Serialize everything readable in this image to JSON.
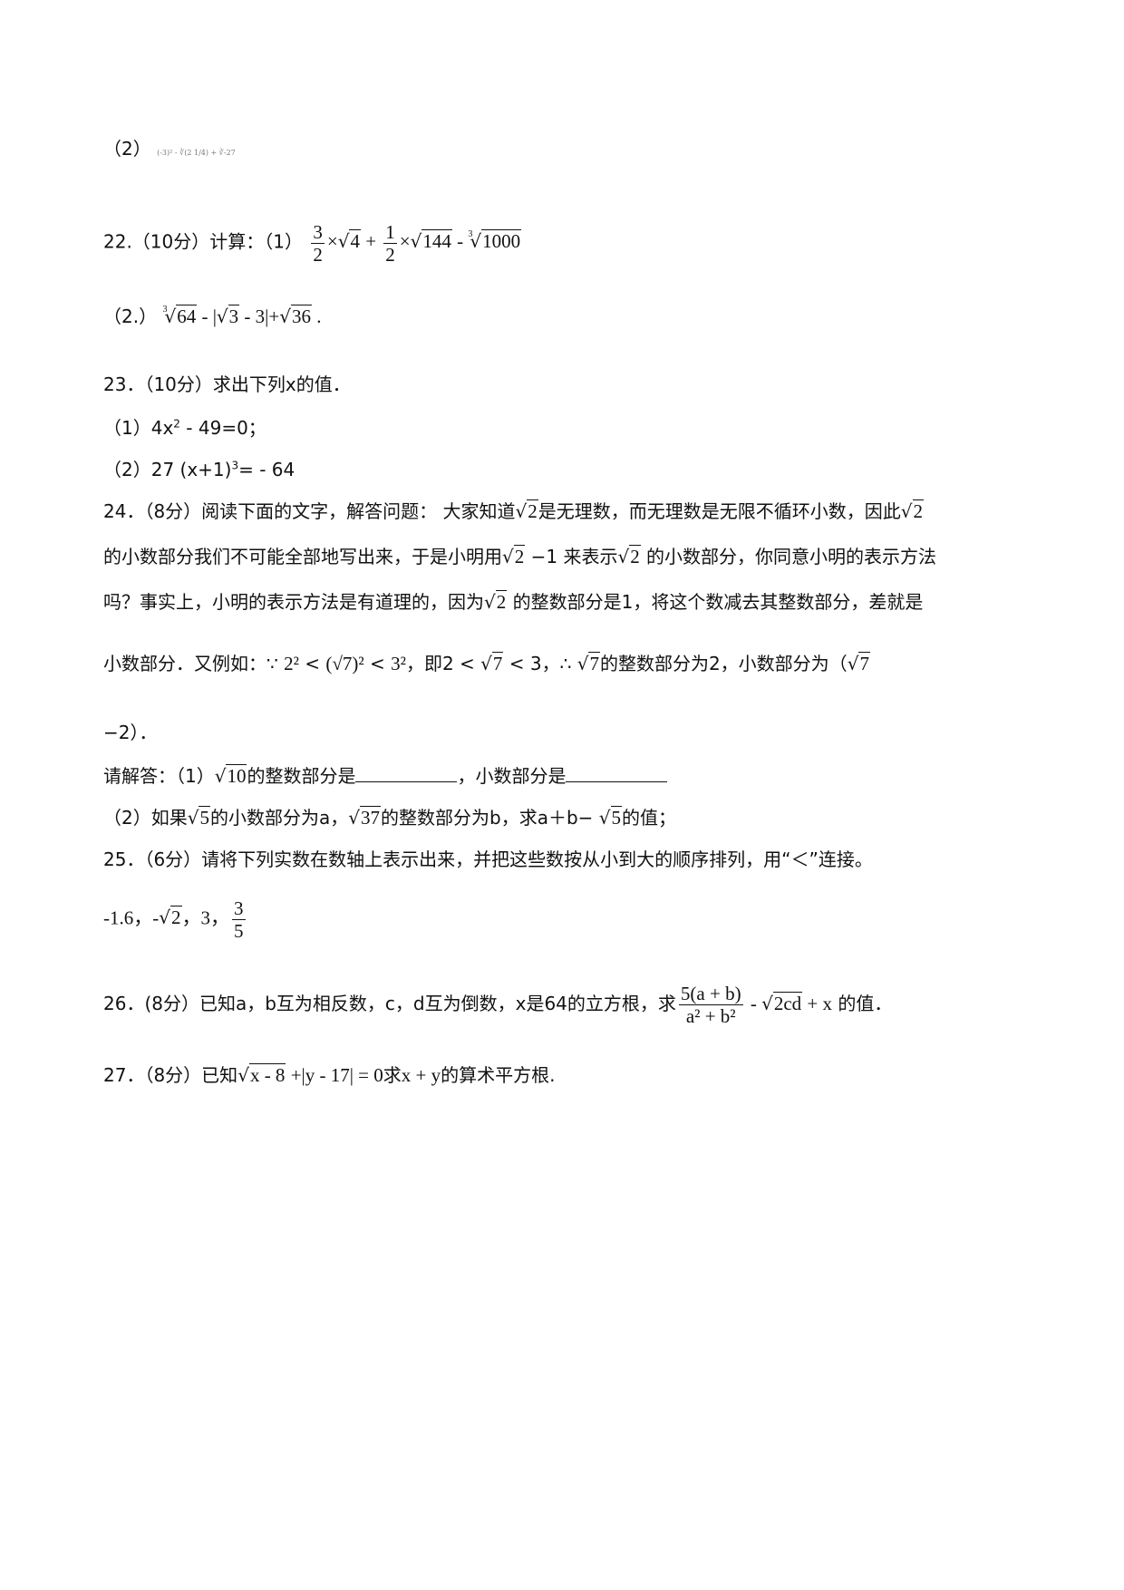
{
  "q21": {
    "part2_label": "（2）",
    "part2_expr": "(-3)² - ∛(2 1/4) + ∛-27"
  },
  "q22": {
    "header": "22.（10分）计算：（1）",
    "f1_num": "3",
    "f1_den": "2",
    "mul1": "×",
    "r4": "4",
    "plus1": "+",
    "f2_num": "1",
    "f2_den": "2",
    "mul2": "×",
    "r144": "144",
    "minus1": " - ",
    "cube_idx": "3",
    "r1000": "1000",
    "part2_label": "（2.）",
    "p2_idx": "3",
    "p2_r64": "64",
    "p2_minus": " - ",
    "p2_abs_open": "|",
    "p2_r3": "3",
    "p2_minus3": " - 3",
    "p2_abs_close": "|",
    "p2_plus": "+",
    "p2_r36": "36",
    "p2_end": " ."
  },
  "q23": {
    "header": "23．（10分）求出下列x的值．",
    "p1": "（1）4x² - 49=0；",
    "p2": "（2）27 (x+1)³= - 64"
  },
  "q24": {
    "l1_a": "24．（8分）阅读下面的文字，解答问题： 大家知道",
    "l1_b": "2",
    "l1_c": "是无理数，而无理数是无限不循环小数，因此",
    "l1_d": "2",
    "l2_a": "的小数部分我们不可能全部地写出来，于是小明用",
    "l2_b": "2",
    "l2_c": " −1 来表示",
    "l2_d": "2",
    "l2_e": " 的小数部分，你同意小明的表示方法",
    "l3_a": "吗？事实上，小明的表示方法是有道理的，因为",
    "l3_b": "2",
    "l3_c": " 的整数部分是1，将这个数减去其整数部分，差就是",
    "l4_a": "小数部分．又例如：∵ ",
    "l4_b": "2²",
    "l4_c": " < ",
    "l4_d": "(√7)²",
    "l4_e": " < ",
    "l4_f": "3²",
    "l4_g": "，即2 < ",
    "l4_h": "7",
    "l4_i": " < 3，∴ ",
    "l4_j": "7",
    "l4_k": "的整数部分为2，小数部分为（",
    "l4_l": "7",
    "l5": "−2）．",
    "l6_a": "请解答：（1）",
    "l6_b": "10",
    "l6_c": "的整数部分是",
    "l6_d": "，小数部分是",
    "l7_a": "（2）如果",
    "l7_b": "5",
    "l7_c": "的小数部分为a，",
    "l7_d": "37",
    "l7_e": "的整数部分为b，求a＋b− ",
    "l7_f": "5",
    "l7_g": "的值；"
  },
  "q25": {
    "header": "25．（6分）请将下列实数在数轴上表示出来，并把这些数按从小到大的顺序排列，用“＜”连接。",
    "n1": "-1.6，",
    "n2_sign": "-",
    "n2_rad": "2",
    "n3": "，3，",
    "f_num": "3",
    "f_den": "5"
  },
  "q26": {
    "text": "26．(8分）已知a，b互为相反数，c，d互为倒数，x是64的立方根，求",
    "f_num": "5(a + b)",
    "f_den": "a² + b²",
    "minus": " - ",
    "rad": "2cd",
    "plus_x": " + x",
    "end": " 的值．"
  },
  "q27": {
    "a": "27．（8分）已知",
    "rad": "x - 8",
    "b": " +|y - 17| = 0",
    "c": "求",
    "d": "x + y",
    "e": "的算术平方根."
  }
}
